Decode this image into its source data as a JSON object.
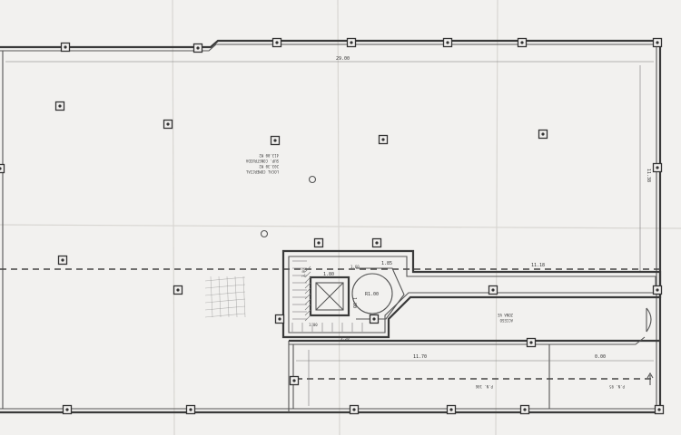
{
  "drawing": {
    "dims": {
      "top": "29.00",
      "right": "11.38",
      "mid_right": "11.18",
      "stair_a": "1.85",
      "lift_w": "1.80",
      "lift_h": "1.80",
      "circle": "R1.00",
      "core_a": "3.00",
      "core_b": "1.00",
      "core_c": "3.20",
      "shaft": "1.60",
      "bottom_long": "11.70",
      "bottom_right": "0.00"
    },
    "room_label": {
      "line1": "LOCAL COMERCIAL",
      "line2": "203.30 M2",
      "line3": "SUP. CONSTRUIDA",
      "line4": "413.00 M2"
    },
    "small_labels": {
      "lobby": "ACCESO",
      "lobby2": "ZONA VE",
      "strip_mid": "P.N. 106",
      "strip_right": "P.N. 95"
    }
  }
}
